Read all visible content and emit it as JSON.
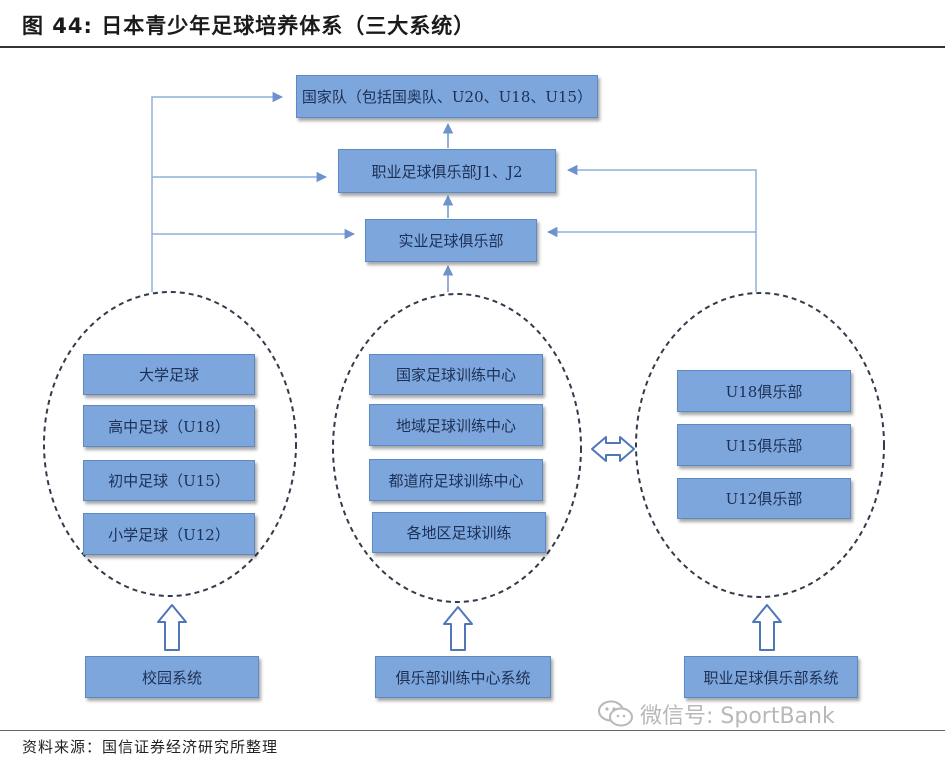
{
  "title": "图  44:  日本青少年足球培养体系（三大系统）",
  "top": {
    "national_team": "国家队（包括国奥队、U20、U18、U15）",
    "pro_club": "职业足球俱乐部J1、J2",
    "amateur_club": "实业足球俱乐部"
  },
  "school_system": {
    "items": [
      "大学足球",
      "高中足球（U18）",
      "初中足球（U15）",
      "小学足球（U12）"
    ],
    "label": "校园系统"
  },
  "training_system": {
    "items": [
      "国家足球训练中心",
      "地域足球训练中心",
      "都道府足球训练中心",
      "各地区足球训练"
    ],
    "label": "俱乐部训练中心系统"
  },
  "club_system": {
    "items": [
      "U18俱乐部",
      "U15俱乐部",
      "U12俱乐部"
    ],
    "label": "职业足球俱乐部系统"
  },
  "source": "资料来源：国信证券经济研究所整理",
  "watermark": "微信号: SportBank",
  "colors": {
    "box_fill": "#7da7dc",
    "box_border": "#5f89c2",
    "connector": "#8fb0de",
    "ellipse": "#333a4a"
  },
  "icons": [
    "wechat-logo-icon",
    "hollow-up-arrow-icon",
    "double-arrow-icon"
  ]
}
